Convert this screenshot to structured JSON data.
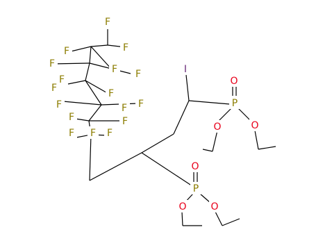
{
  "colors": {
    "bond": "#000000",
    "F": "#8c7d00",
    "I": "#6a2a7a",
    "O": "#e8001a",
    "P": "#8c7d00",
    "background": "#ffffff"
  },
  "atoms": [
    {
      "id": "F1",
      "label": "F",
      "element": "F"
    },
    {
      "id": "F2",
      "label": "F",
      "element": "F"
    },
    {
      "id": "F3",
      "label": "F",
      "element": "F"
    },
    {
      "id": "F4",
      "label": "F",
      "element": "F"
    },
    {
      "id": "F5",
      "label": "F",
      "element": "F"
    },
    {
      "id": "F6",
      "label": "F",
      "element": "F"
    },
    {
      "id": "F7",
      "label": "F",
      "element": "F"
    },
    {
      "id": "F8",
      "label": "F",
      "element": "F"
    },
    {
      "id": "F9",
      "label": "F",
      "element": "F"
    },
    {
      "id": "F10",
      "label": "F",
      "element": "F"
    },
    {
      "id": "F11",
      "label": "F",
      "element": "F"
    },
    {
      "id": "F12",
      "label": "F",
      "element": "F"
    },
    {
      "id": "F13",
      "label": "F",
      "element": "F"
    },
    {
      "id": "F14",
      "label": "F",
      "element": "F"
    },
    {
      "id": "F15",
      "label": "F",
      "element": "F"
    },
    {
      "id": "F16",
      "label": "F",
      "element": "F"
    },
    {
      "id": "F17",
      "label": "F",
      "element": "F"
    },
    {
      "id": "I1",
      "label": "I",
      "element": "I"
    },
    {
      "id": "O1",
      "label": "O",
      "element": "O"
    },
    {
      "id": "P1",
      "label": "P",
      "element": "P"
    },
    {
      "id": "O2",
      "label": "O",
      "element": "O"
    },
    {
      "id": "O3",
      "label": "O",
      "element": "O"
    },
    {
      "id": "O4",
      "label": "O",
      "element": "O"
    },
    {
      "id": "P2",
      "label": "P",
      "element": "P"
    },
    {
      "id": "O5",
      "label": "O",
      "element": "O"
    },
    {
      "id": "O6",
      "label": "O",
      "element": "O"
    }
  ]
}
